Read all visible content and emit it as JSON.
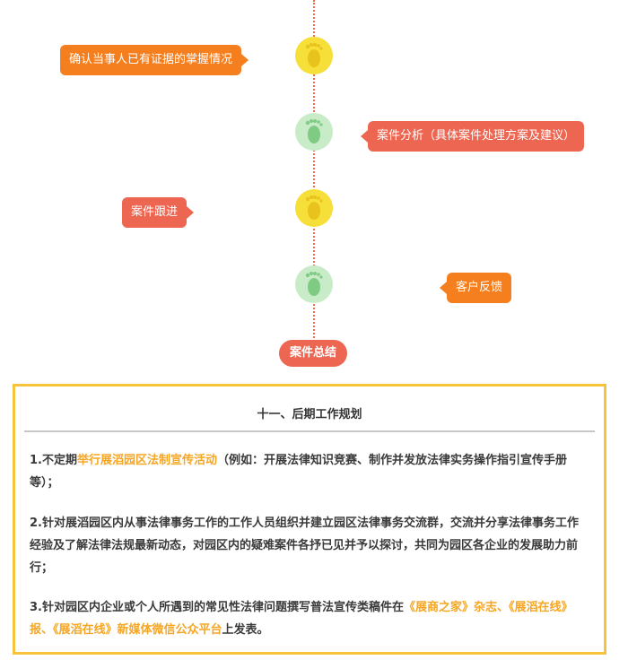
{
  "timeline": {
    "steps": [
      {
        "label": "确认当事人已有证据的掌握情况"
      },
      {
        "label": "案件分析（具体案件处理方案及建议）"
      },
      {
        "label": "案件跟进"
      },
      {
        "label": "客户反馈"
      }
    ],
    "summary_label": "案件总结"
  },
  "plan": {
    "title": "十一、后期工作规划",
    "items": [
      {
        "prefix": "1.不定期",
        "highlight": "举行展滔园区法制宣传活动",
        "suffix": "（例如：开展法律知识竞赛、制作并发放法律实务操作指引宣传手册等）；"
      },
      {
        "text": "2.针对展滔园区内从事法律事务工作的工作人员组织并建立园区法律事务交流群，交流并分享法律事务工作经验及了解法律法规最新动态，对园区内的疑难案件各抒已见并予以探讨，共同为园区各企业的发展助力前行；"
      },
      {
        "prefix": "3.针对园区内企业或个人所遇到的常见性法律问题撰写普法宣传类稿件在",
        "highlight": "《展商之家》杂志、《展滔在线》报、《展滔在线》新媒体微信公众平台",
        "suffix": "上发表。"
      }
    ]
  },
  "colors": {
    "orange": "#f57f1f",
    "red": "#ec6652",
    "yellow_node": "#f7df3a",
    "green_node": "#c9ecc8",
    "highlight": "#f5a623",
    "frame": "#f6c33a"
  },
  "icons": [
    "footprint-icon"
  ]
}
